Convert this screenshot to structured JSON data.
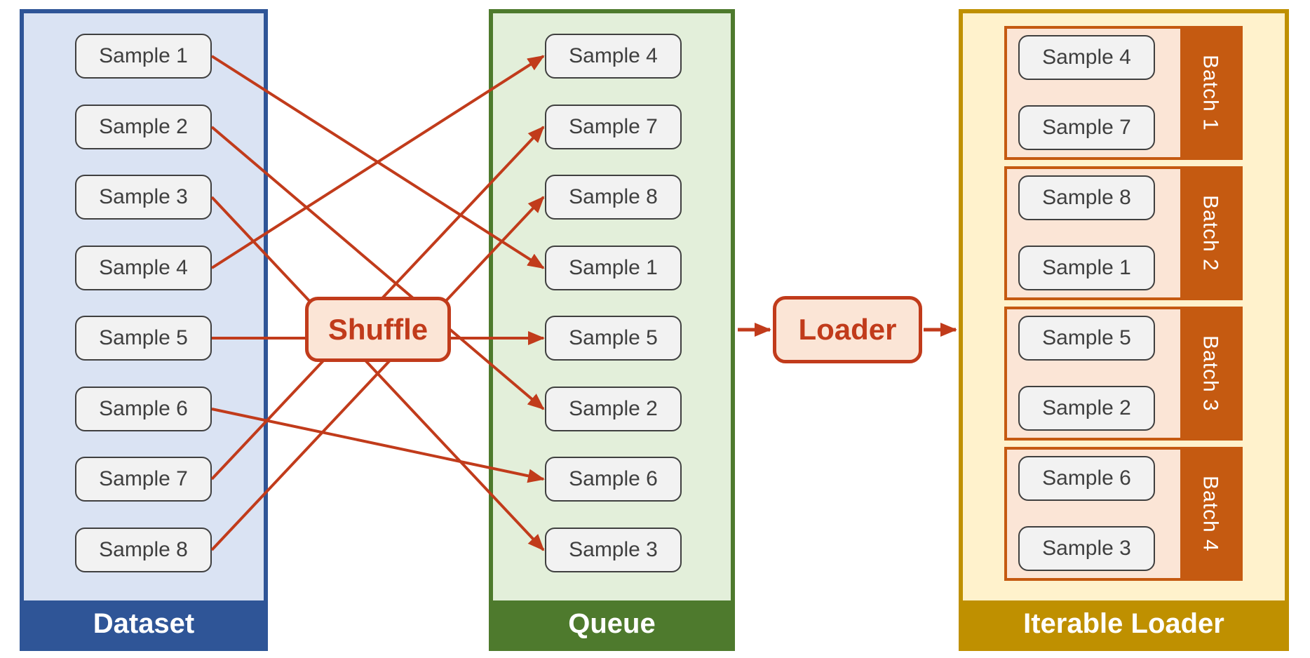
{
  "colors": {
    "accent_red": "#C13B1B",
    "dataset_blue": "#2F5597",
    "dataset_fill": "#DAE3F3",
    "queue_green": "#4E7A2D",
    "queue_fill": "#E3EFDA",
    "loader_gold": "#BF9000",
    "loader_fill": "#FFF2CC",
    "batch_orange": "#C55A11",
    "batch_fill": "#FBE5D6",
    "sample_fill": "#F2F2F2",
    "sample_border": "#3F3F3F"
  },
  "dataset": {
    "title": "Dataset",
    "samples": [
      "Sample 1",
      "Sample 2",
      "Sample 3",
      "Sample 4",
      "Sample 5",
      "Sample 6",
      "Sample 7",
      "Sample 8"
    ]
  },
  "shuffle": {
    "label": "Shuffle"
  },
  "queue": {
    "title": "Queue",
    "samples": [
      "Sample 4",
      "Sample 7",
      "Sample 8",
      "Sample 1",
      "Sample 5",
      "Sample 2",
      "Sample 6",
      "Sample 3"
    ]
  },
  "loader": {
    "label": "Loader"
  },
  "iterable_loader": {
    "title": "Iterable Loader",
    "batches": [
      {
        "label": "Batch 1",
        "samples": [
          "Sample 4",
          "Sample 7"
        ]
      },
      {
        "label": "Batch 2",
        "samples": [
          "Sample 8",
          "Sample 1"
        ]
      },
      {
        "label": "Batch 3",
        "samples": [
          "Sample 5",
          "Sample 2"
        ]
      },
      {
        "label": "Batch 4",
        "samples": [
          "Sample 6",
          "Sample 3"
        ]
      }
    ]
  }
}
